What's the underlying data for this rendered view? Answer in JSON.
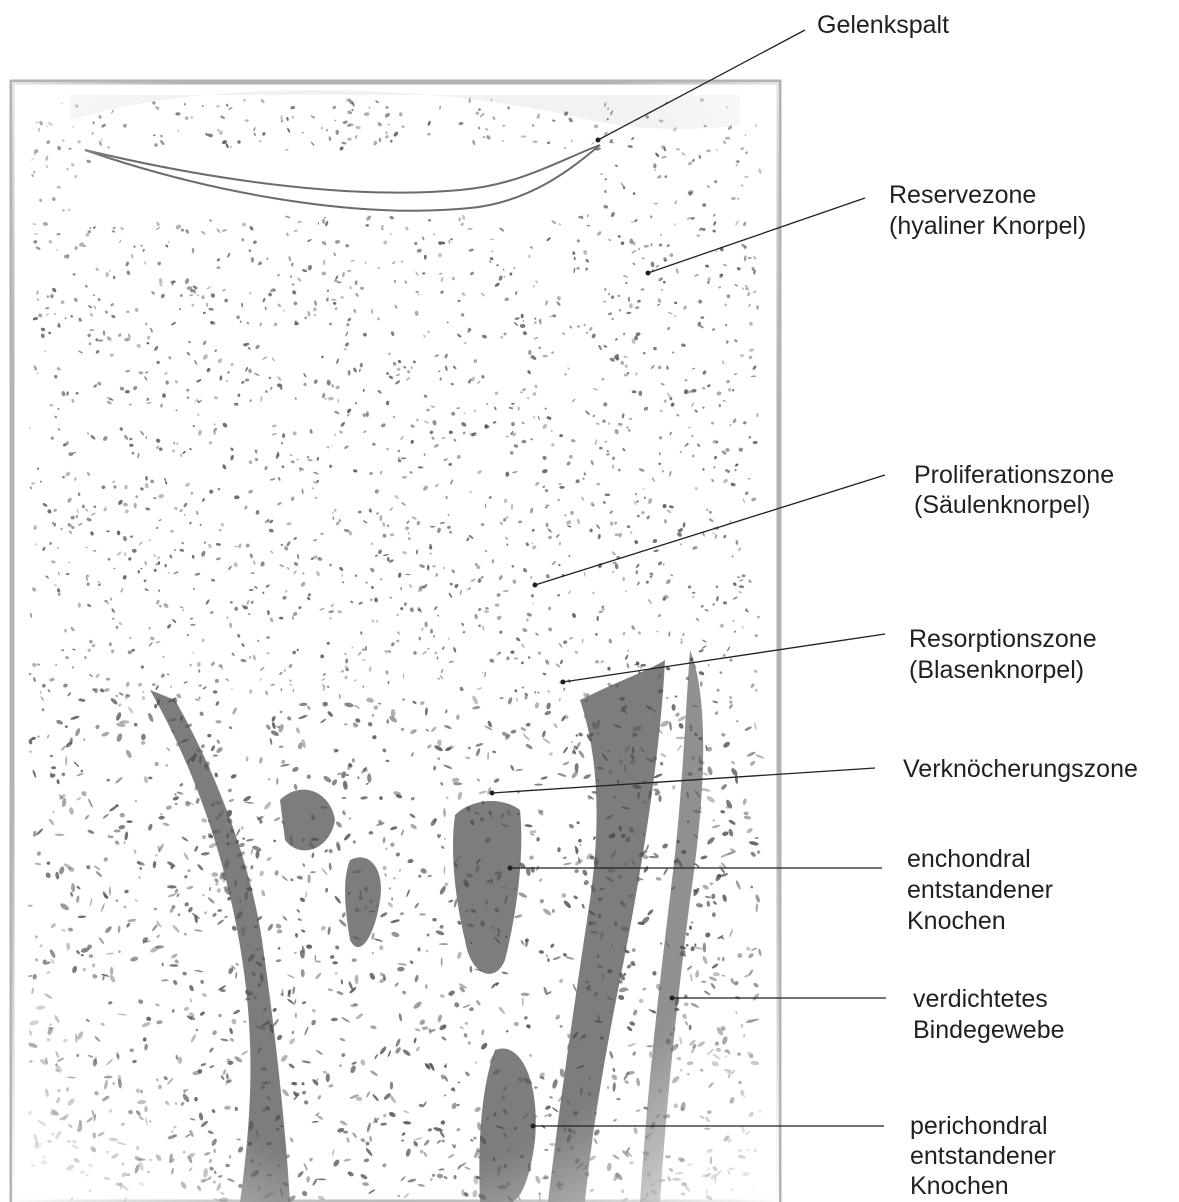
{
  "labels": {
    "gelenkspalt": "Gelenkspalt",
    "reserve_1": "Reservezone",
    "reserve_2": "(hyaliner Knorpel)",
    "prolif_1": "Proliferationszone",
    "prolif_2": "(Säulenknorpel)",
    "resorp_1": "Resorptionszone",
    "resorp_2": "(Blasenknorpel)",
    "verkn": "Verknöcherungszone",
    "ench_1": "enchondral",
    "ench_2": "entstandener",
    "ench_3": "Knochen",
    "verd_1": "verdichtetes",
    "verd_2": "Bindegewebe",
    "peri_1": "perichondral",
    "peri_2": "entstandener",
    "peri_3": "Knochen"
  },
  "colors": {
    "frame": "#b3b3b3",
    "bone_gray": "#7d7d7d",
    "cartilage_speckle": "#4d4d4d",
    "text": "#231f20"
  }
}
